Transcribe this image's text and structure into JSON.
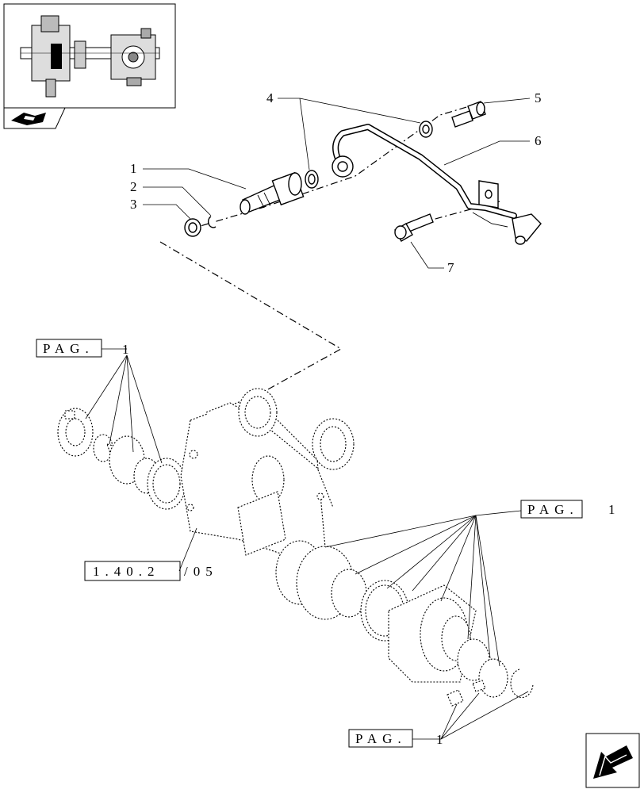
{
  "callouts": [
    "1",
    "2",
    "3",
    "4",
    "5",
    "6",
    "7"
  ],
  "references": {
    "pag_top_left": {
      "text": "PAG.",
      "number": "1"
    },
    "pag_right": {
      "text": "PAG.",
      "number": "1"
    },
    "pag_bottom": {
      "text": "PAG.",
      "number": "1"
    },
    "section_ref": {
      "boxed": "1.40.2",
      "rest": "/05"
    }
  },
  "icons": {
    "thumbnail": "axle-assembly-thumbnail",
    "book": "book-icon",
    "next": "next-page-arrow-icon"
  },
  "colors": {
    "ink": "#000000",
    "paper": "#ffffff"
  }
}
